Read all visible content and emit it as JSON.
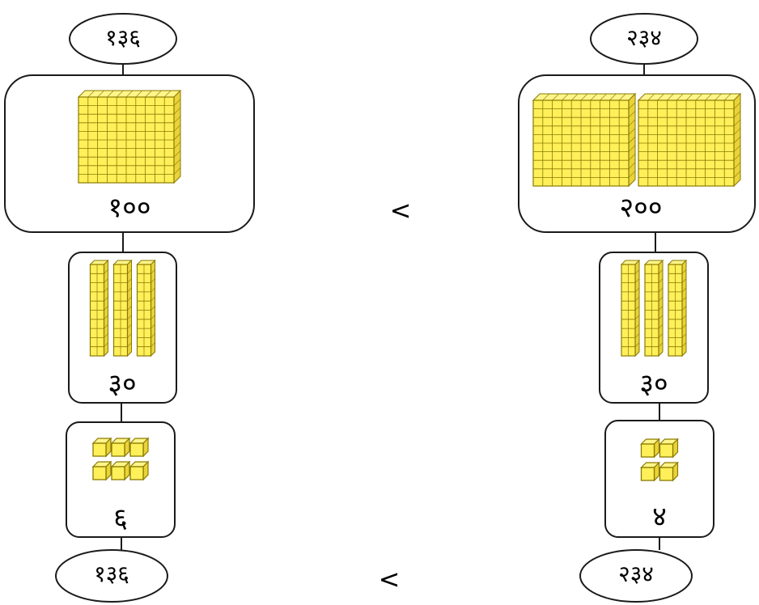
{
  "colors": {
    "block_fill": "#FFF05A",
    "block_stroke": "#8A7A00",
    "outline": "#1a1a1a",
    "background": "#ffffff"
  },
  "comparison": {
    "top_symbol": "<",
    "bottom_symbol": "<"
  },
  "left": {
    "number_top": "१३६",
    "number_bottom": "१३६",
    "hundreds": {
      "count": 1,
      "label": "१००"
    },
    "tens": {
      "count": 3,
      "label": "३०"
    },
    "ones": {
      "count": 6,
      "label": "६"
    }
  },
  "right": {
    "number_top": "२३४",
    "number_bottom": "२३४",
    "hundreds": {
      "count": 2,
      "label": "२००"
    },
    "tens": {
      "count": 3,
      "label": "३०"
    },
    "ones": {
      "count": 4,
      "label": "४"
    }
  }
}
